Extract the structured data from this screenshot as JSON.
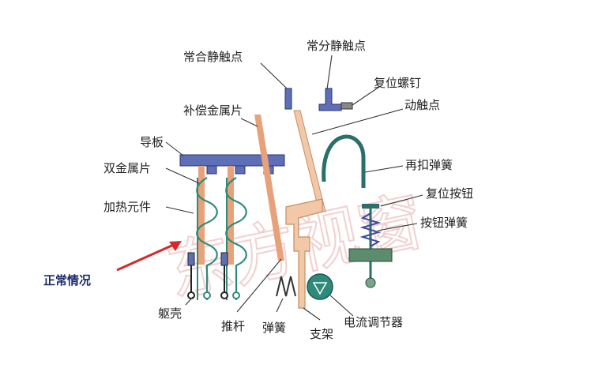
{
  "labels": {
    "normally_closed_contact": "常合静触点",
    "normally_open_contact": "常分静触点",
    "reset_screw": "复位螺钉",
    "compensating_strip": "补偿金属片",
    "moving_contact": "动触点",
    "guide_plate": "导板",
    "rebuckle_spring": "再扣弹簧",
    "bimetal_strip": "双金属片",
    "reset_button": "复位按钮",
    "heating_element": "加热元件",
    "button_spring": "按钮弹簧",
    "normal_condition": "正常情况",
    "housing": "躯壳",
    "push_rod": "推杆",
    "spring": "弹簧",
    "bracket": "支架",
    "current_regulator": "电流调节器"
  },
  "colors": {
    "guide_plate": "#5e6fb5",
    "bimetal": "#e8a27a",
    "coil": "#2e8b7a",
    "lever": "#f2c9a8",
    "reset_button": "#2a6f6a",
    "arrow": "#d42a2a"
  }
}
